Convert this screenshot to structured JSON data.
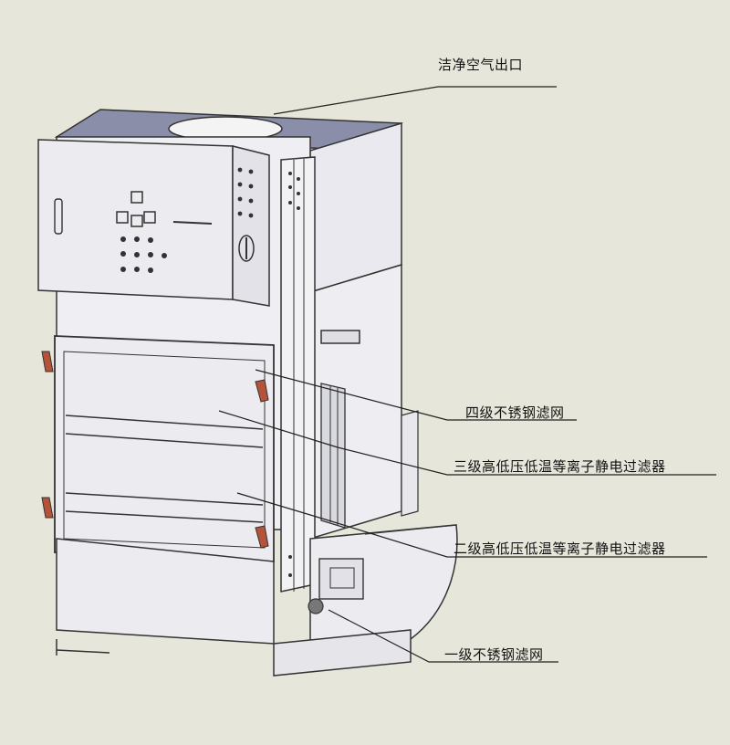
{
  "labels": {
    "clean_air_outlet": "洁净空气出口",
    "stage4_mesh": "四级不锈钢滤网",
    "stage3_filter": "三级高低压低温等离子静电过滤器",
    "stage2_filter": "二级高低压低温等离子静电过滤器",
    "stage1_mesh": "一级不锈钢滤网"
  },
  "colors": {
    "background": "#e6e6da",
    "body": "#ececf0",
    "top_panel": "#8a8ea8",
    "outline": "#333333",
    "handle": "#b5533a"
  }
}
